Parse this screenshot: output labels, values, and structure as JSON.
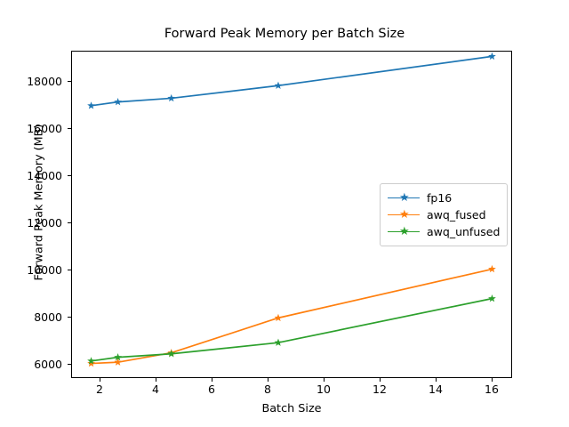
{
  "chart_data": {
    "type": "line",
    "title": "Forward Peak Memory per Batch Size",
    "xlabel": "Batch Size",
    "ylabel": "Forward Peak Memory (MB)",
    "x": [
      1,
      2,
      4,
      8,
      16
    ],
    "xlim": [
      0.25,
      16.75
    ],
    "ylim": [
      5740,
      18960
    ],
    "xticks": [
      2,
      4,
      6,
      8,
      10,
      12,
      14,
      16
    ],
    "xtick_labels": [
      "2",
      "4",
      "6",
      "8",
      "10",
      "12",
      "14",
      "16"
    ],
    "yticks": [
      6000,
      8000,
      10000,
      12000,
      14000,
      16000,
      18000
    ],
    "ytick_labels": [
      "6000",
      "8000",
      "10000",
      "12000",
      "14000",
      "16000",
      "18000"
    ],
    "grid": false,
    "legend_position": "center right",
    "marker": "star",
    "series": [
      {
        "name": "fp16",
        "color": "#1f77b4",
        "values": [
          16740,
          16890,
          17040,
          17550,
          18730
        ]
      },
      {
        "name": "awq_fused",
        "color": "#ff7f0e",
        "values": [
          6330,
          6380,
          6760,
          8170,
          10140
        ]
      },
      {
        "name": "awq_unfused",
        "color": "#2ca02c",
        "values": [
          6430,
          6580,
          6720,
          7170,
          8950
        ]
      }
    ]
  },
  "legend": {
    "entries": [
      {
        "label": "fp16"
      },
      {
        "label": "awq_fused"
      },
      {
        "label": "awq_unfused"
      }
    ]
  },
  "icons": {
    "marker_glyph": "★"
  }
}
